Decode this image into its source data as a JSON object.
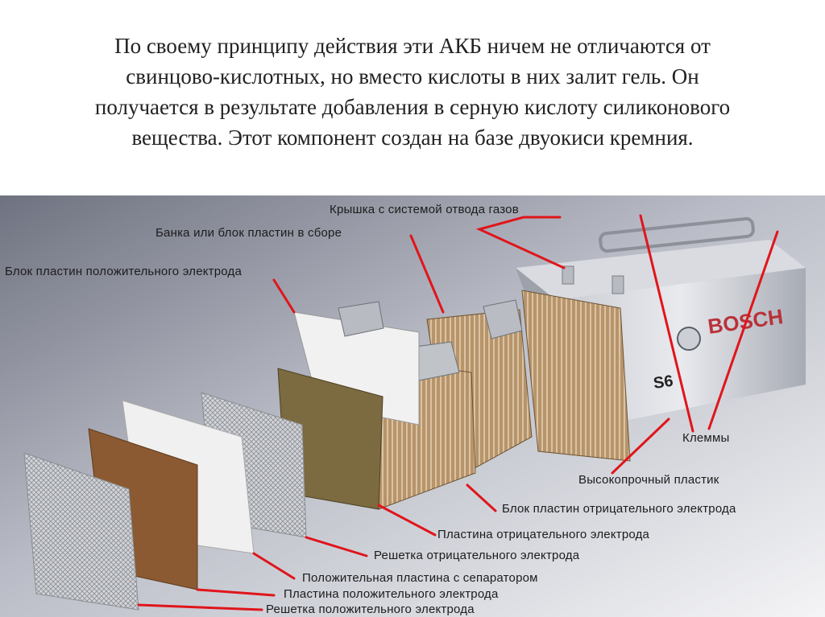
{
  "intro": {
    "lines": [
      "По своему принципу действия эти АКБ ничем не отличаются от",
      "свинцово-кислотных, но вместо кислоты в них залит гель. Он",
      "получается в результате добавления в серную кислоту силиконового",
      "вещества. Этот компонент создан на базе двуокиси кремния."
    ]
  },
  "diagram": {
    "callouts": {
      "lid": "Крышка с системой отвода газов",
      "cell": "Банка или блок пластин в сборе",
      "positive_block": "Блок пластин положительного электрода",
      "terminals": "Клеммы",
      "plastic": "Высокопрочный пластик",
      "negative_block": "Блок пластин отрицательного электрода",
      "negative_plate": "Пластина отрицательного электрода",
      "negative_grid": "Решетка отрицательного электрода",
      "positive_separator": "Положительная пластина с сепаратором",
      "positive_plate": "Пластина положительного электрода",
      "positive_grid": "Решетка положительного электрода"
    },
    "brand": "BOSCH",
    "model_mark": "S6",
    "leader_color": "#e0151b"
  }
}
